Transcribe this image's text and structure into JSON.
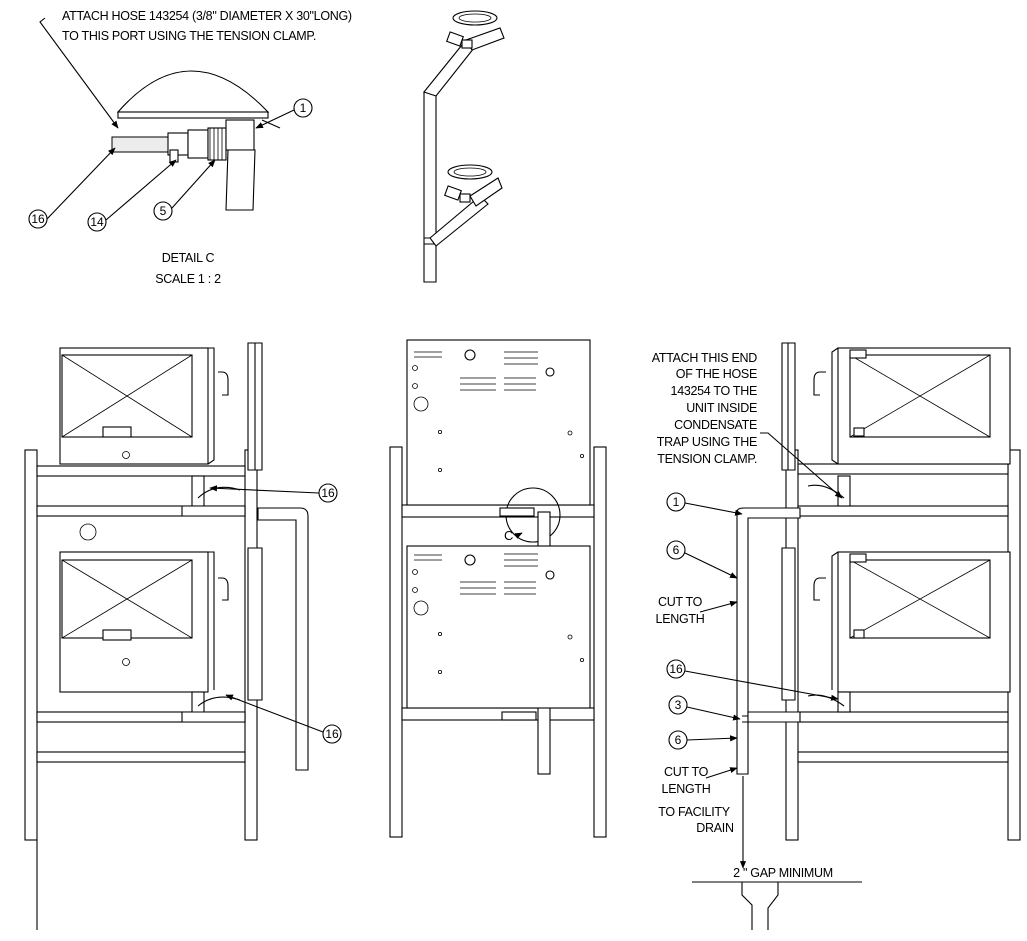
{
  "notes": {
    "detail_c_line1": "ATTACH HOSE 143254 (3/8\" DIAMETER X 30\"LONG)",
    "detail_c_line2": "TO THIS PORT USING THE TENSION CLAMP.",
    "detail_title": "DETAIL C",
    "detail_scale": "SCALE 1 : 2",
    "attach_end": [
      "ATTACH THIS END",
      "OF THE HOSE",
      "143254 TO THE",
      "UNIT INSIDE",
      "CONDENSATE",
      "TRAP USING THE",
      "TENSION CLAMP."
    ],
    "cut_to_length": [
      "CUT TO",
      "LENGTH"
    ],
    "to_drain": [
      "TO FACILITY",
      "DRAIN"
    ],
    "gap": "2 \" GAP MINIMUM",
    "view_marker": "C"
  },
  "callouts": {
    "c1": "1",
    "c3": "3",
    "c5": "5",
    "c6": "6",
    "c14": "14",
    "c16": "16"
  }
}
